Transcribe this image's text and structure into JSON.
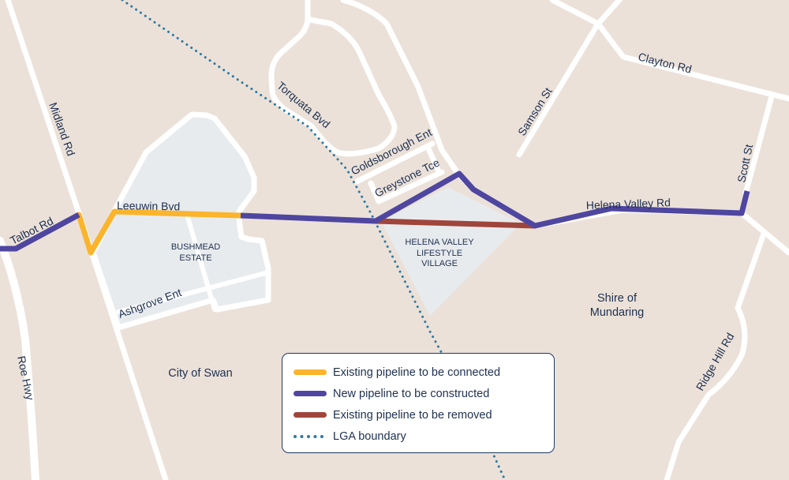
{
  "map": {
    "colors": {
      "background": "#ebe1d9",
      "road": "#ffffff",
      "estate_fill": "#e8ebee",
      "existing_connected": "#fbb42b",
      "new_pipeline": "#4f46a0",
      "existing_removed": "#a0453c",
      "lga_boundary": "#2e7aa0",
      "text": "#1e3050"
    },
    "roads": {
      "talbot": "Talbot Rd",
      "midland": "Midland Rd",
      "roe": "Roe Hwy",
      "leeuwin": "Leeuwin Bvd",
      "ashgrove": "Ashgrove Ent",
      "torquata": "Torquata Bvd",
      "goldsborough": "Goldsborough Ent",
      "greystone": "Greystone Tce",
      "samson": "Samson St",
      "clayton": "Clayton Rd",
      "scott": "Scott St",
      "helena_valley": "Helena Valley Rd",
      "ridge_hill": "Ridge Hill Rd"
    },
    "areas": {
      "bushmead_1": "BUSHMEAD",
      "bushmead_2": "ESTATE",
      "hvlv_1": "HELENA VALLEY",
      "hvlv_2": "LIFESTYLE",
      "hvlv_3": "VILLAGE"
    },
    "lga": {
      "swan": "City of Swan",
      "mundaring_1": "Shire of",
      "mundaring_2": "Mundaring"
    }
  },
  "legend": {
    "items": [
      {
        "label": "Existing pipeline to be connected",
        "color": "#fbb42b",
        "style": "solid"
      },
      {
        "label": "New pipeline to be constructed",
        "color": "#4f46a0",
        "style": "solid"
      },
      {
        "label": "Existing pipeline to be removed",
        "color": "#a0453c",
        "style": "solid"
      },
      {
        "label": "LGA boundary",
        "color": "#2e7aa0",
        "style": "dotted"
      }
    ]
  }
}
